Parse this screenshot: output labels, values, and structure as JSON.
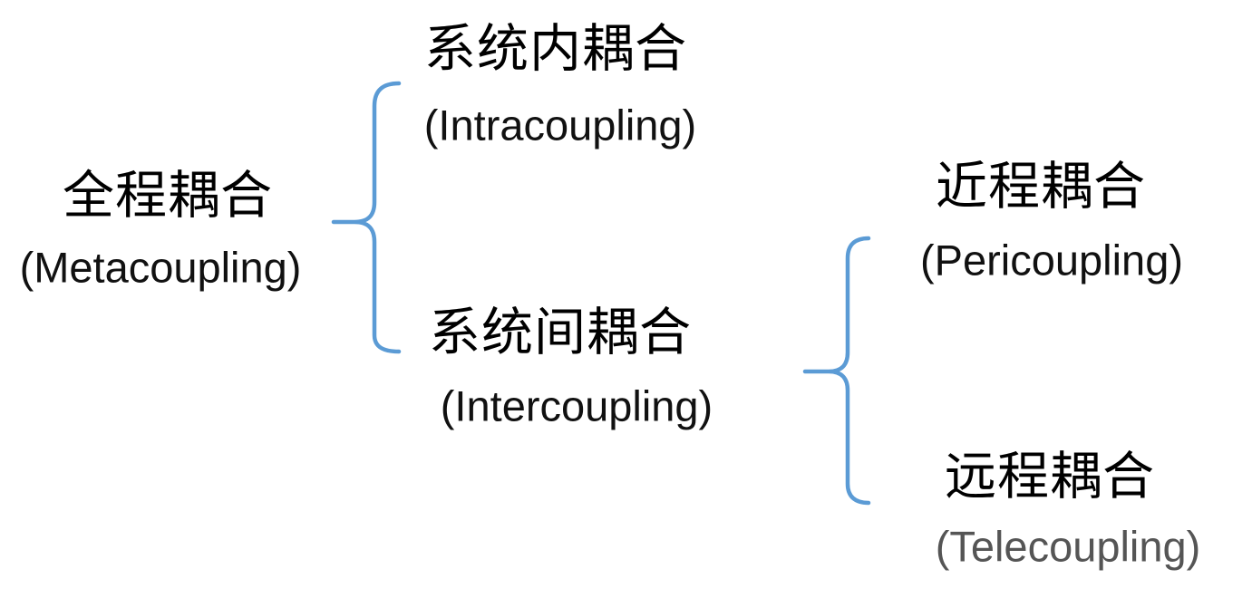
{
  "colors": {
    "background": "#ffffff",
    "brace": "#5B9BD5",
    "text": "#000000",
    "english_text": "#111111",
    "telecoupling_en": "#555555"
  },
  "nodes": {
    "metacoupling": {
      "zh": "全程耦合",
      "en": "(Metacoupling)"
    },
    "intracoupling": {
      "zh": "系统内耦合",
      "en": "(Intracoupling)"
    },
    "intercoupling": {
      "zh": "系统间耦合",
      "en": "(Intercoupling)"
    },
    "pericoupling": {
      "zh": "近程耦合",
      "en": "(Pericoupling)"
    },
    "telecoupling": {
      "zh": "远程耦合",
      "en": "(Telecoupling)"
    }
  },
  "relations": [
    {
      "brace": "brace-metacoupling",
      "from": "metacoupling",
      "to": [
        "intracoupling",
        "intercoupling"
      ]
    },
    {
      "brace": "brace-intercoupling",
      "from": "intercoupling",
      "to": [
        "pericoupling",
        "telecoupling"
      ]
    }
  ]
}
